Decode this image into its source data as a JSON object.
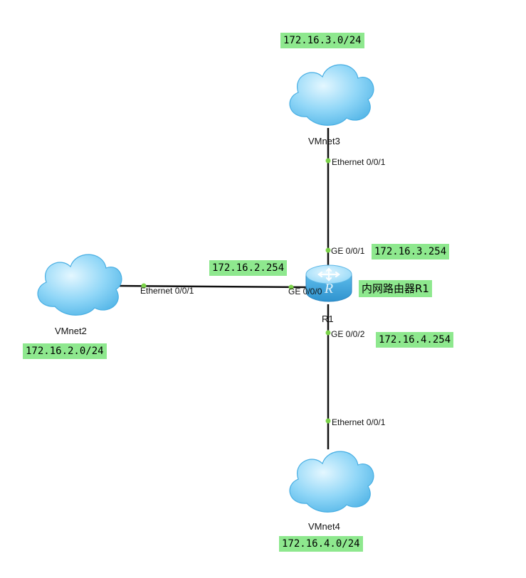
{
  "colors": {
    "label_bg": "#8ee88e",
    "link": "#111111",
    "port_dot": "#7cd44a",
    "cloud_light": "#d4f2ff",
    "cloud_mid": "#6fcaf4",
    "cloud_edge": "#3a9fd8",
    "router_top": "#a8e3fb",
    "router_body": "#42a8df"
  },
  "icons": {
    "cloud": "cloud-icon",
    "router": "router-icon"
  },
  "nodes": {
    "vmnet3": {
      "name": "VMnet3",
      "network": "172.16.3.0/24",
      "port": "Ethernet 0/0/1"
    },
    "vmnet2": {
      "name": "VMnet2",
      "network": "172.16.2.0/24",
      "port": "Ethernet 0/0/1"
    },
    "vmnet4": {
      "name": "VMnet4",
      "network": "172.16.4.0/24",
      "port": "Ethernet 0/0/1"
    },
    "r1": {
      "name": "R1",
      "description": "内网路由器R1",
      "glyph": "R",
      "ports": [
        {
          "name": "GE 0/0/1",
          "ip": "172.16.3.254"
        },
        {
          "name": "GE 0/0/0",
          "ip": "172.16.2.254"
        },
        {
          "name": "GE 0/0/2",
          "ip": "172.16.4.254"
        }
      ]
    }
  }
}
